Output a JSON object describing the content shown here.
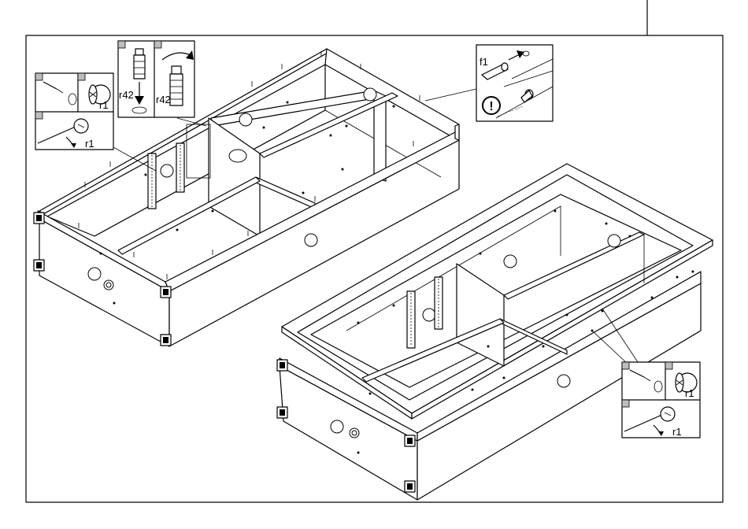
{
  "callouts": {
    "cam_top_left": {
      "label_top": "r1",
      "label_bottom": "r1"
    },
    "screw_detail": {
      "label_left": "r42",
      "label_right": "r42"
    },
    "dowel_detail": {
      "label": "f1",
      "warning_symbol": "!"
    },
    "cam_bottom_right": {
      "label_top": "r1",
      "label_bottom": "r1"
    }
  },
  "colors": {
    "line": "#000000",
    "background": "#ffffff",
    "badge": "#bdbdbd"
  }
}
